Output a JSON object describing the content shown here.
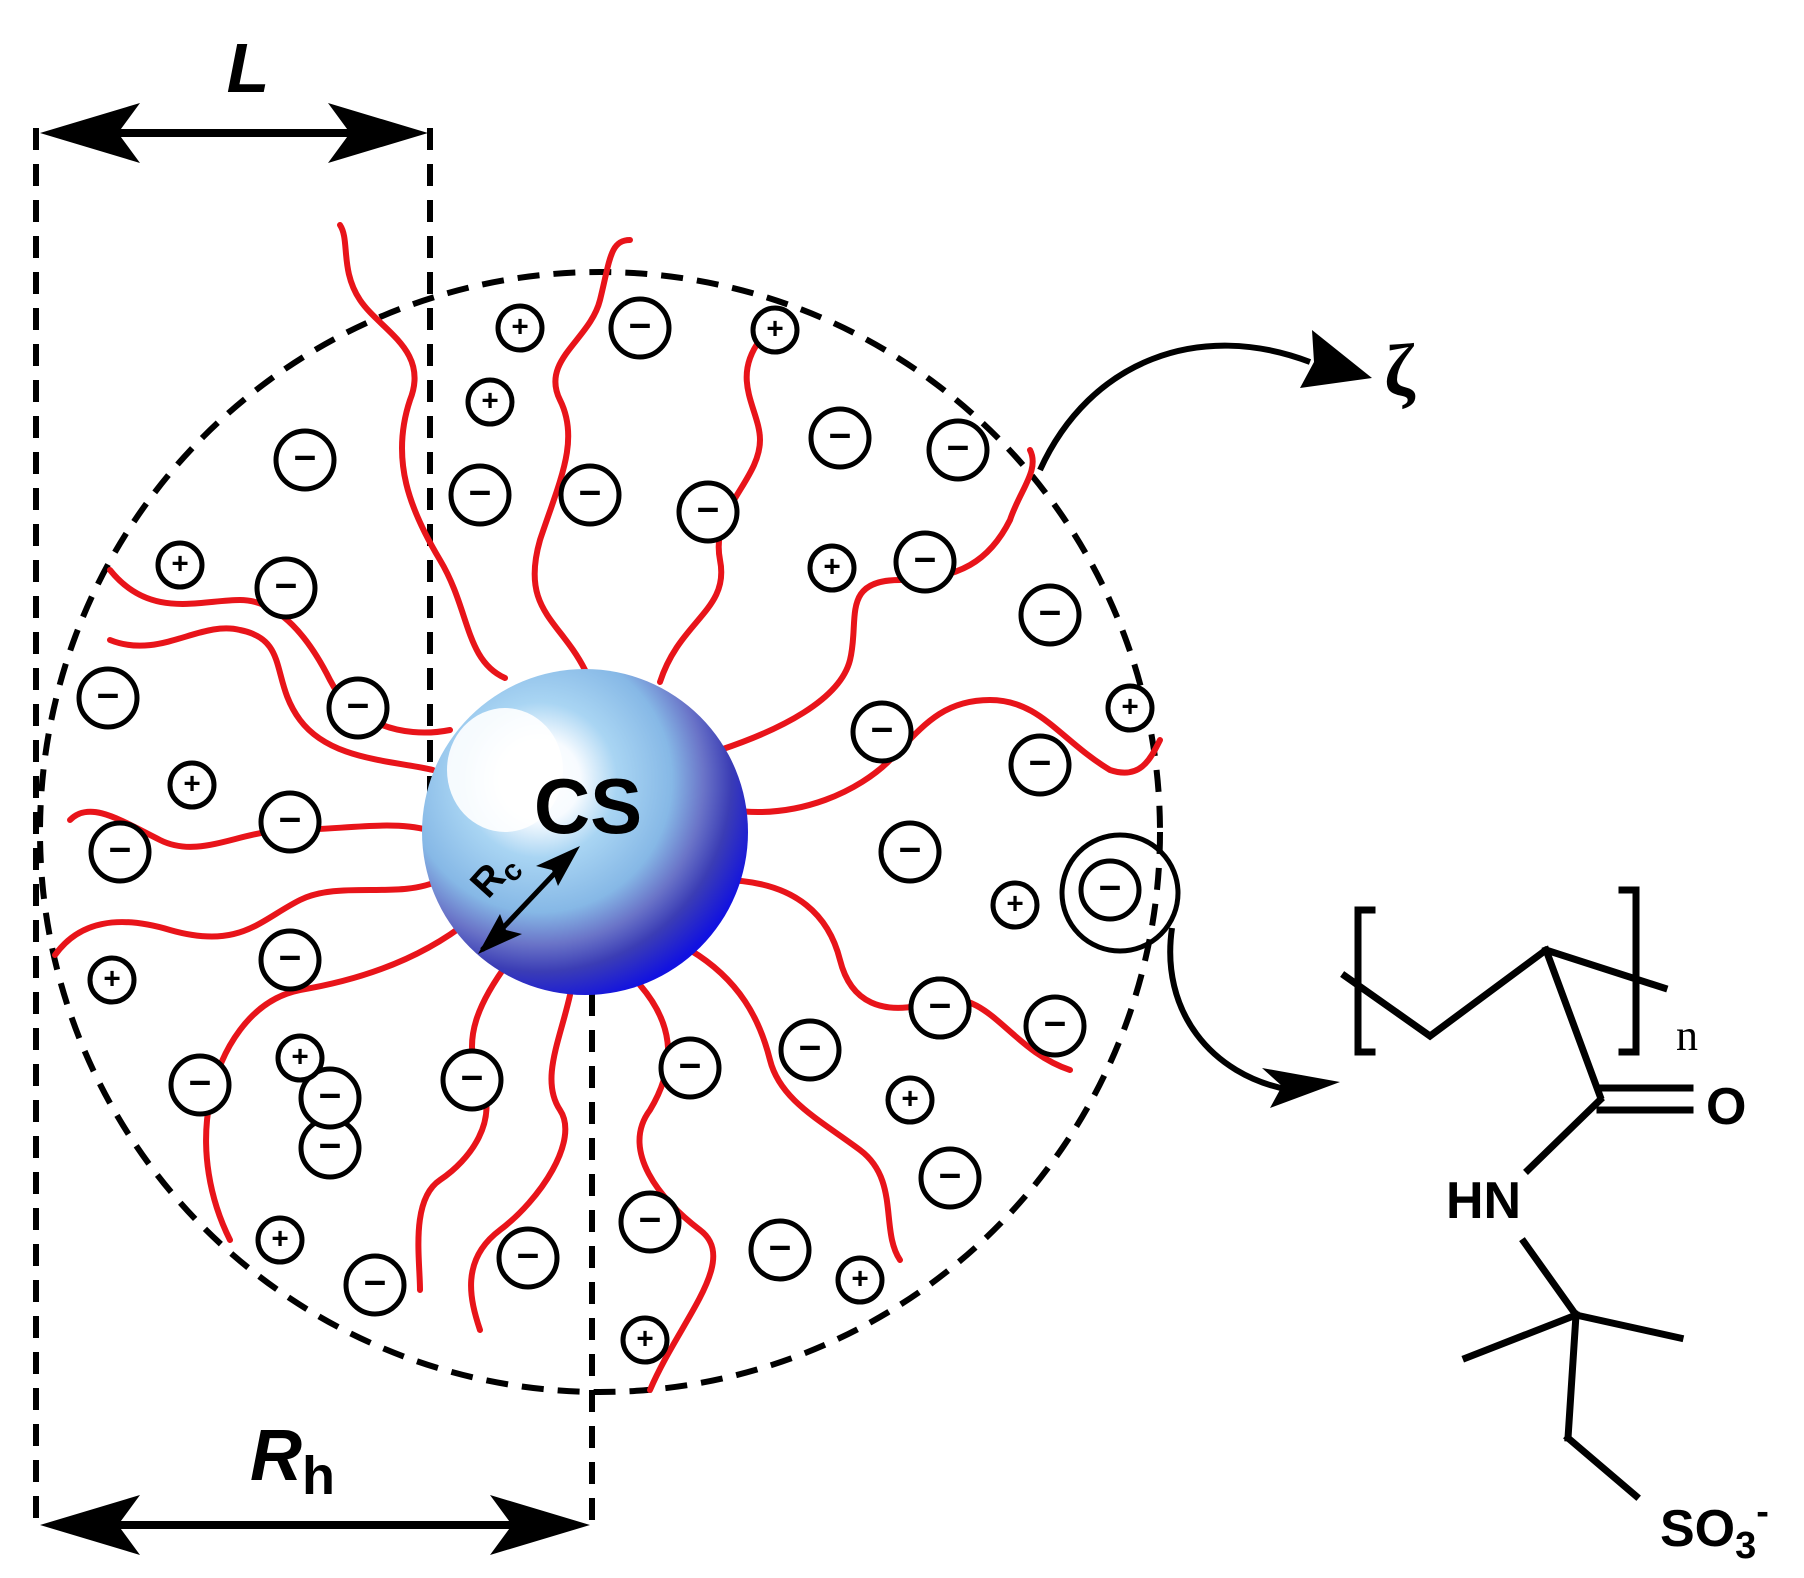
{
  "labels": {
    "length": "L",
    "hydro_main": "R",
    "hydro_sub": "h",
    "core": "CS",
    "core_radius_main": "R",
    "core_radius_sub": "c",
    "zeta": "ζ"
  },
  "chemistry": {
    "repeat_subscript": "n",
    "oxygen": "O",
    "amine": "HN",
    "sulfonate_main": "SO",
    "sulfonate_sub": "3",
    "sulfonate_charge": "-"
  },
  "charges": {
    "negative_symbol": "−",
    "positive_symbol": "+",
    "negative_count": 33,
    "positive_count": 14
  },
  "colors": {
    "chain": "#e8141a",
    "core_outer": "#1414e6",
    "core_inner": "#a8d4f2",
    "ink": "#000000"
  }
}
